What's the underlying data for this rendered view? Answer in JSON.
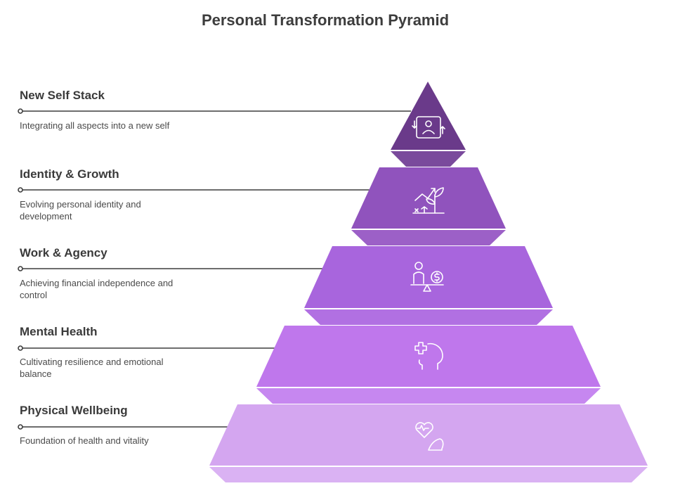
{
  "title": "Personal Transformation Pyramid",
  "levels": [
    {
      "heading": "New Self Stack",
      "description": "Integrating all aspects into a new self",
      "icon": "transformation-profile-icon",
      "color": "#6a3a8a",
      "shade": "#7a4a9c"
    },
    {
      "heading": "Identity & Growth",
      "description": "Evolving personal identity and development",
      "icon": "growth-plant-icon",
      "color": "#9053bd",
      "shade": "#9c60c7"
    },
    {
      "heading": "Work & Agency",
      "description": "Achieving financial independence and control",
      "icon": "person-balance-dollar-icon",
      "color": "#a865dd",
      "shade": "#b170e2"
    },
    {
      "heading": "Mental Health",
      "description": "Cultivating resilience and emotional balance",
      "icon": "mind-health-icon",
      "color": "#bf77ec",
      "shade": "#c687f0"
    },
    {
      "heading": "Physical Wellbeing",
      "description": "Foundation of health and vitality",
      "icon": "heart-strength-icon",
      "color": "#d4a6f0",
      "shade": "#dab2f3"
    }
  ]
}
